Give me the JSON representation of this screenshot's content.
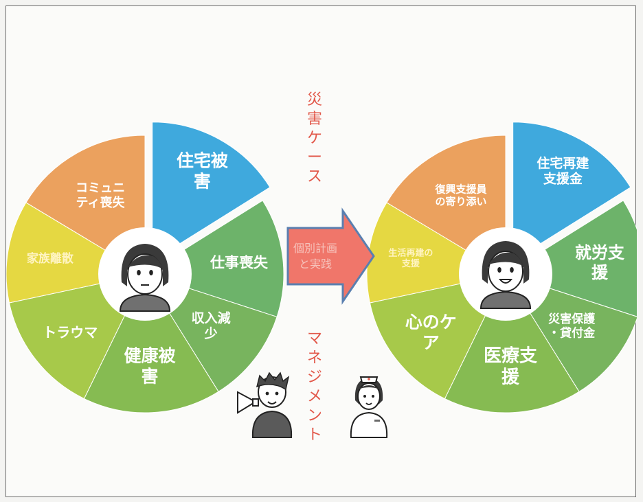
{
  "left_wheel": {
    "segments": [
      {
        "lines": [
          "住宅被",
          "害"
        ],
        "color": "#3fa9dd"
      },
      {
        "lines": [
          "仕事喪失"
        ],
        "color": "#6db36a"
      },
      {
        "lines": [
          "収入減",
          "少"
        ],
        "color": "#78b45e"
      },
      {
        "lines": [
          "健康被",
          "害"
        ],
        "color": "#86bb52"
      },
      {
        "lines": [
          "トラウマ"
        ],
        "color": "#a7c94a"
      },
      {
        "lines": [
          "家族離散"
        ],
        "color": "#e5d842"
      },
      {
        "lines": [
          "コミュニ",
          "ティ喪失"
        ],
        "color": "#eba15e"
      }
    ]
  },
  "right_wheel": {
    "segments": [
      {
        "lines": [
          "住宅再建",
          "支援金"
        ],
        "color": "#3fa9dd"
      },
      {
        "lines": [
          "就労支",
          "援"
        ],
        "color": "#6db36a"
      },
      {
        "lines": [
          "災害保護",
          "・貸付金"
        ],
        "color": "#78b45e"
      },
      {
        "lines": [
          "医療支",
          "援"
        ],
        "color": "#86bb52"
      },
      {
        "lines": [
          "心のケ",
          "ア"
        ],
        "color": "#a7c94a"
      },
      {
        "lines": [
          "生活再建の",
          "支援"
        ],
        "color": "#e5d842"
      },
      {
        "lines": [
          "復興支援員",
          "の寄り添い"
        ],
        "color": "#eba15e"
      }
    ]
  },
  "top_vertical_text": "災害ケース",
  "bottom_vertical_text": "マネジメント",
  "arrow_text": [
    "個別計画",
    "と実践"
  ],
  "colors": {
    "arrow_fill": "#f0766a",
    "arrow_stroke": "#5a7fb0",
    "vertical_text": "#e2584a"
  }
}
